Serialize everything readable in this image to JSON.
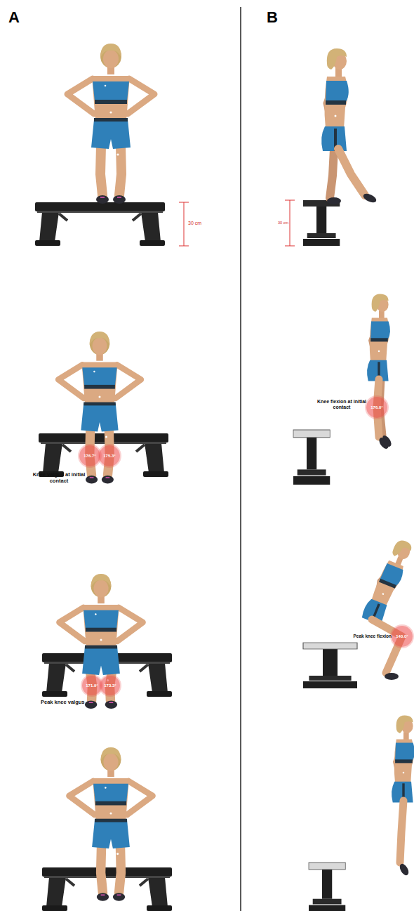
{
  "diagram": {
    "nodes": [
      {
        "text": [
          "176.7°"
        ]
      },
      {
        "text": [
          "175.3°"
        ]
      },
      {
        "text": [
          "171.9°"
        ]
      },
      {
        "text": [
          "173.3°"
        ]
      },
      {
        "text": [
          "176.0°"
        ]
      },
      {
        "text": [
          "140.0°"
        ]
      }
    ],
    "labels": [
      "A",
      "B",
      "30 cm",
      "30 cm",
      "Knee valgus at initial contact",
      "Peak knee valgus",
      "Knee flexion at initial contact",
      "Peak knee flexion"
    ]
  }
}
